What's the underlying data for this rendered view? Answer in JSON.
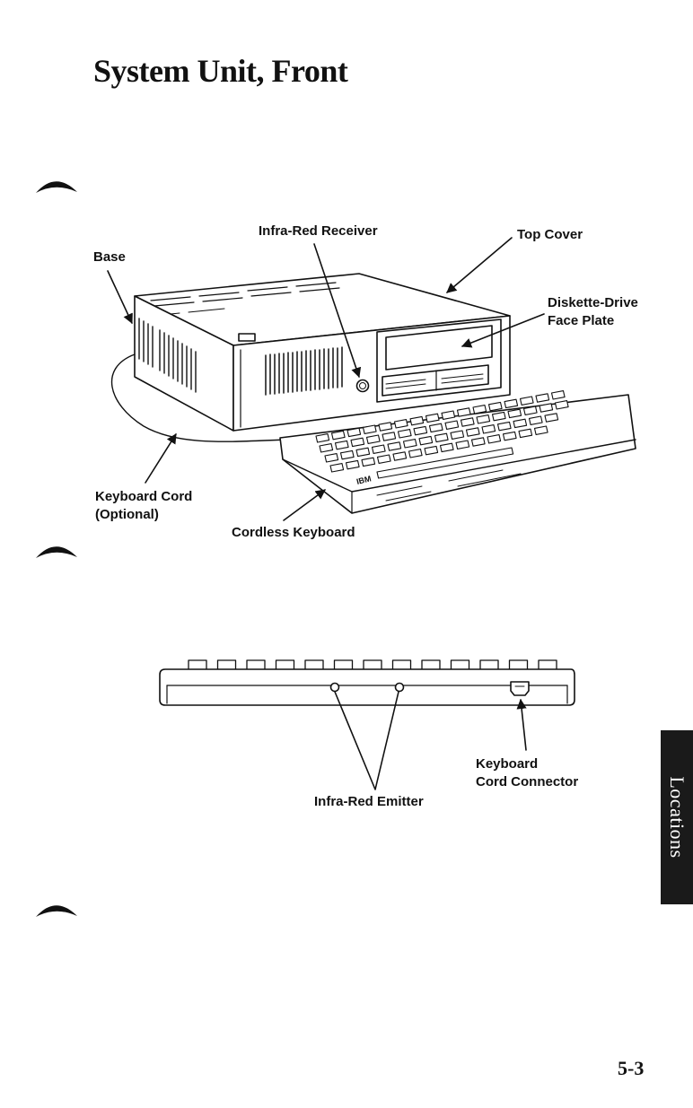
{
  "page": {
    "title": "System Unit, Front",
    "page_number": "5-3",
    "section_tab": "Locations"
  },
  "figure1": {
    "labels": {
      "base": "Base",
      "infra_red_receiver": "Infra-Red Receiver",
      "top_cover": "Top Cover",
      "diskette_drive_line1": "Diskette-Drive",
      "diskette_drive_line2": "Face Plate",
      "keyboard_cord_line1": "Keyboard Cord",
      "keyboard_cord_line2": "(Optional)",
      "cordless_keyboard": "Cordless Keyboard"
    },
    "keyboard_brand": "IBM"
  },
  "figure2": {
    "labels": {
      "infra_red_emitter": "Infra-Red Emitter",
      "cord_connector_line1": "Keyboard",
      "cord_connector_line2": "Cord Connector"
    }
  }
}
